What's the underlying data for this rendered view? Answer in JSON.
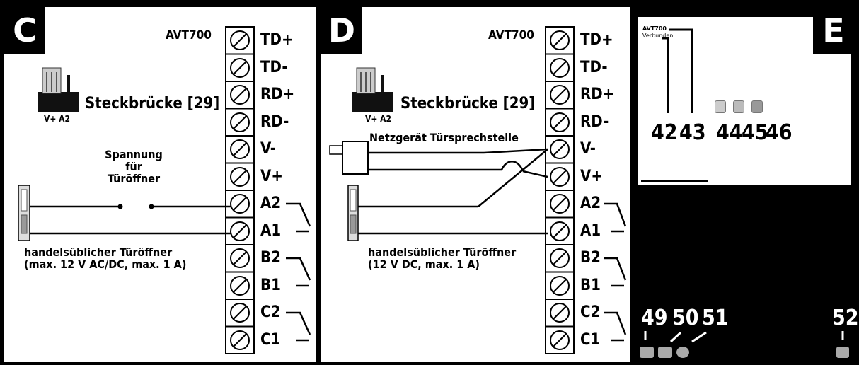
{
  "panels": {
    "c": {
      "letter": "C",
      "model": "AVT700",
      "bridge": "Steckbrücke [29]",
      "bridge_pins": "V+ A2",
      "voltage_label_1": "Spannung",
      "voltage_label_2": "für",
      "voltage_label_3": "Türöffner",
      "opener_label_1": "handelsüblicher Türöffner",
      "opener_label_2": "(max. 12 V AC/DC, max. 1 A)"
    },
    "d": {
      "letter": "D",
      "model": "AVT700",
      "bridge": "Steckbrücke [29]",
      "bridge_pins": "V+ A2",
      "power_label": "Netzgerät Türsprechstelle",
      "opener_label_1": "handelsüblicher Türöffner",
      "opener_label_2": "(12 V DC, max. 1 A)"
    },
    "e": {
      "letter": "E",
      "screen_title": "AVT700",
      "screen_status": "Verbunden",
      "callouts_top": [
        "42",
        "43",
        "44",
        "45",
        "46"
      ],
      "callouts_bottom": [
        "49",
        "50",
        "51",
        "52"
      ],
      "icons_top": [
        "gear-icon",
        "trash-icon",
        "copy-icon"
      ],
      "icons_bottom": [
        "camera-add-icon",
        "camera-settings-icon",
        "refresh-icon",
        "info-icon"
      ]
    }
  },
  "terminals": [
    "TD+",
    "TD-",
    "RD+",
    "RD-",
    "V-",
    "V+",
    "A2",
    "A1",
    "B2",
    "B1",
    "C2",
    "C1"
  ]
}
